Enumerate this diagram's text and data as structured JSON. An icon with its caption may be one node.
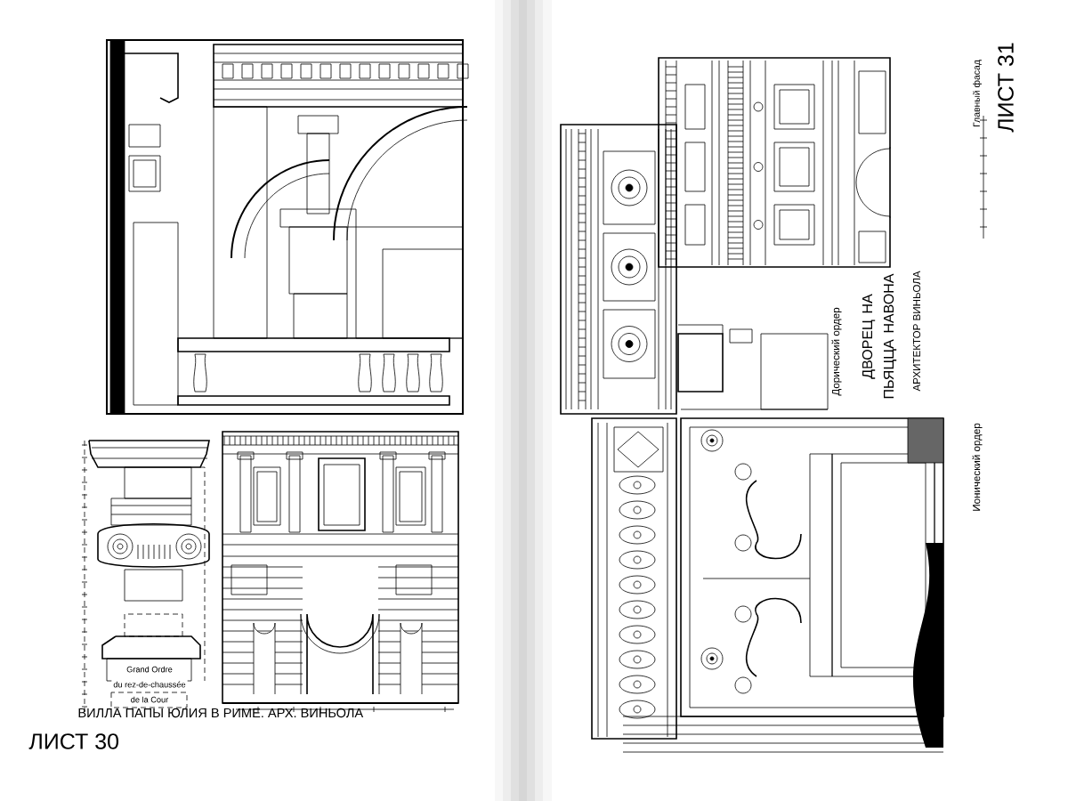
{
  "diagram": {
    "labels": [
      "Grand Ordre",
      "du rez-de-chaussée",
      "de la Cour",
      "ВИЛЛА ПАПЫ ЮЛИЯ В РИМЕ. АРХ. ВИНЬОЛА",
      "ЛИСТ 30",
      "ЛИСТ 31",
      "Главный фасад",
      "Дорический ордер",
      "ДВОРЕЦ НА ПЬЯЦЦА НАВОНА",
      "АРХИТЕКТОР ВИНЬОЛА",
      "Ионический ордер"
    ]
  }
}
